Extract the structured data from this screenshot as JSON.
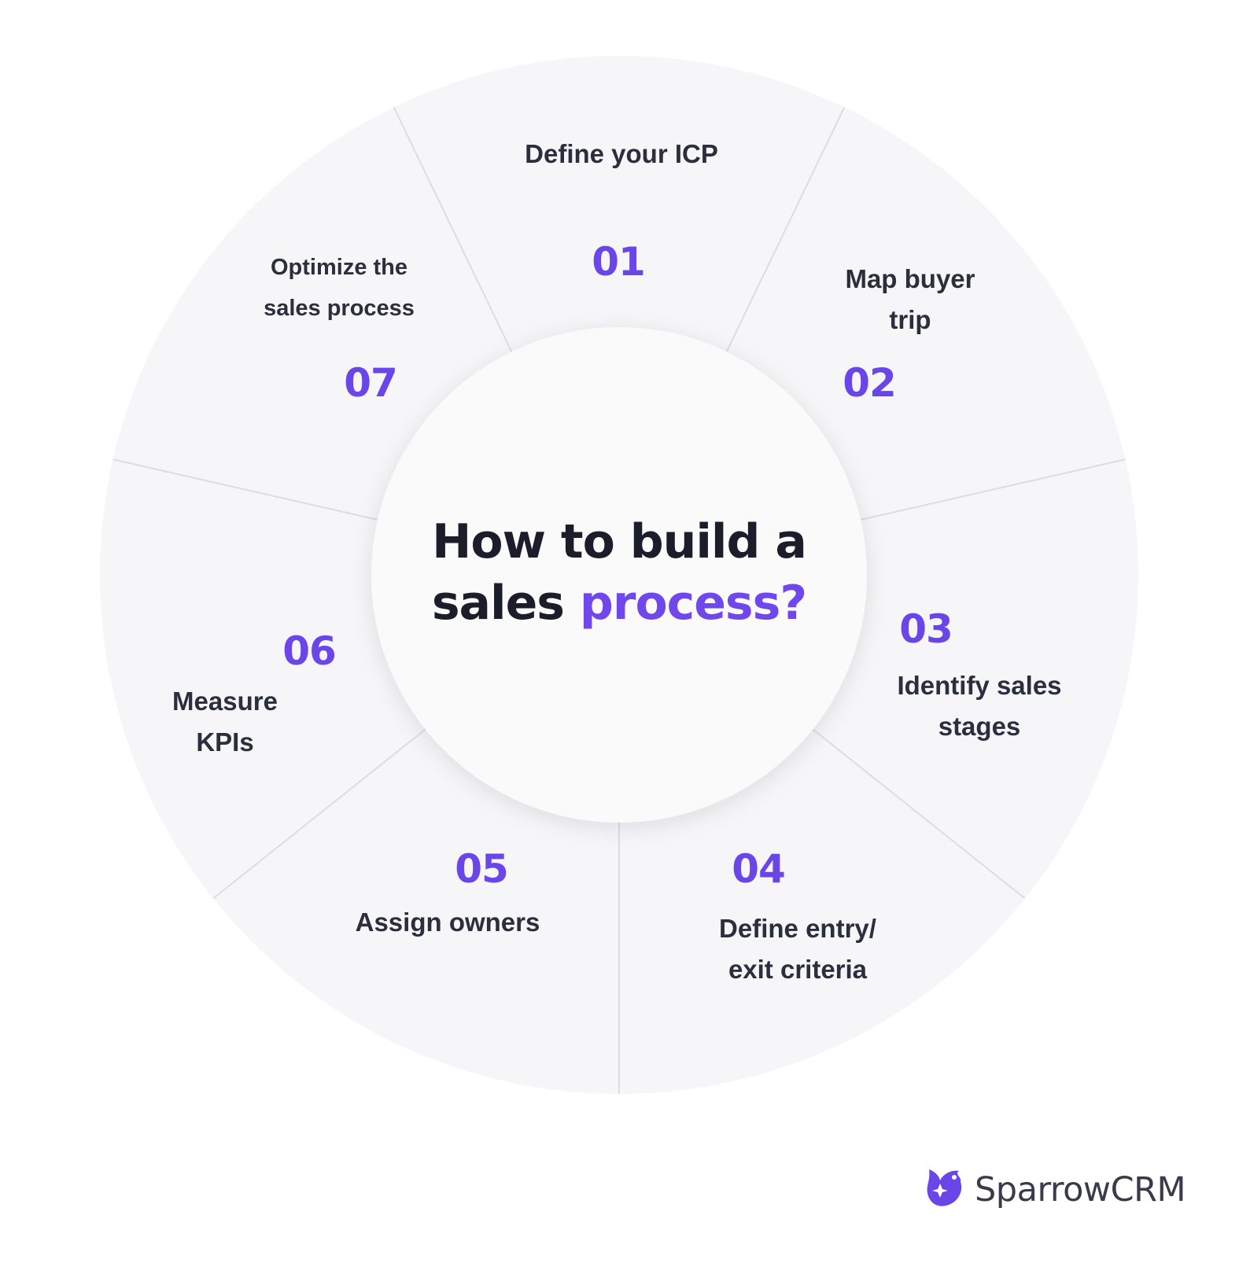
{
  "title": {
    "line1": "How to build a",
    "line2_plain": "sales",
    "line2_accent": "process?"
  },
  "steps": [
    {
      "num": "01",
      "label": "Define your ICP"
    },
    {
      "num": "02",
      "label": "Map buyer trip"
    },
    {
      "num": "03",
      "label": "Identify sales stages"
    },
    {
      "num": "04",
      "label": "Define entry/ exit criteria"
    },
    {
      "num": "05",
      "label": "Assign owners"
    },
    {
      "num": "06",
      "label": "Measure KPIs"
    },
    {
      "num": "07",
      "label": "Optimize the sales process"
    }
  ],
  "brand": {
    "name": "SparrowCRM",
    "logo_icon": "sparrow-logo-icon"
  },
  "colors": {
    "accent": "#6a45e8",
    "text": "#2b2e3c",
    "segment_fill": "#f6f6f9",
    "center_fill": "#fafafa",
    "divider": "#dcdce2"
  }
}
